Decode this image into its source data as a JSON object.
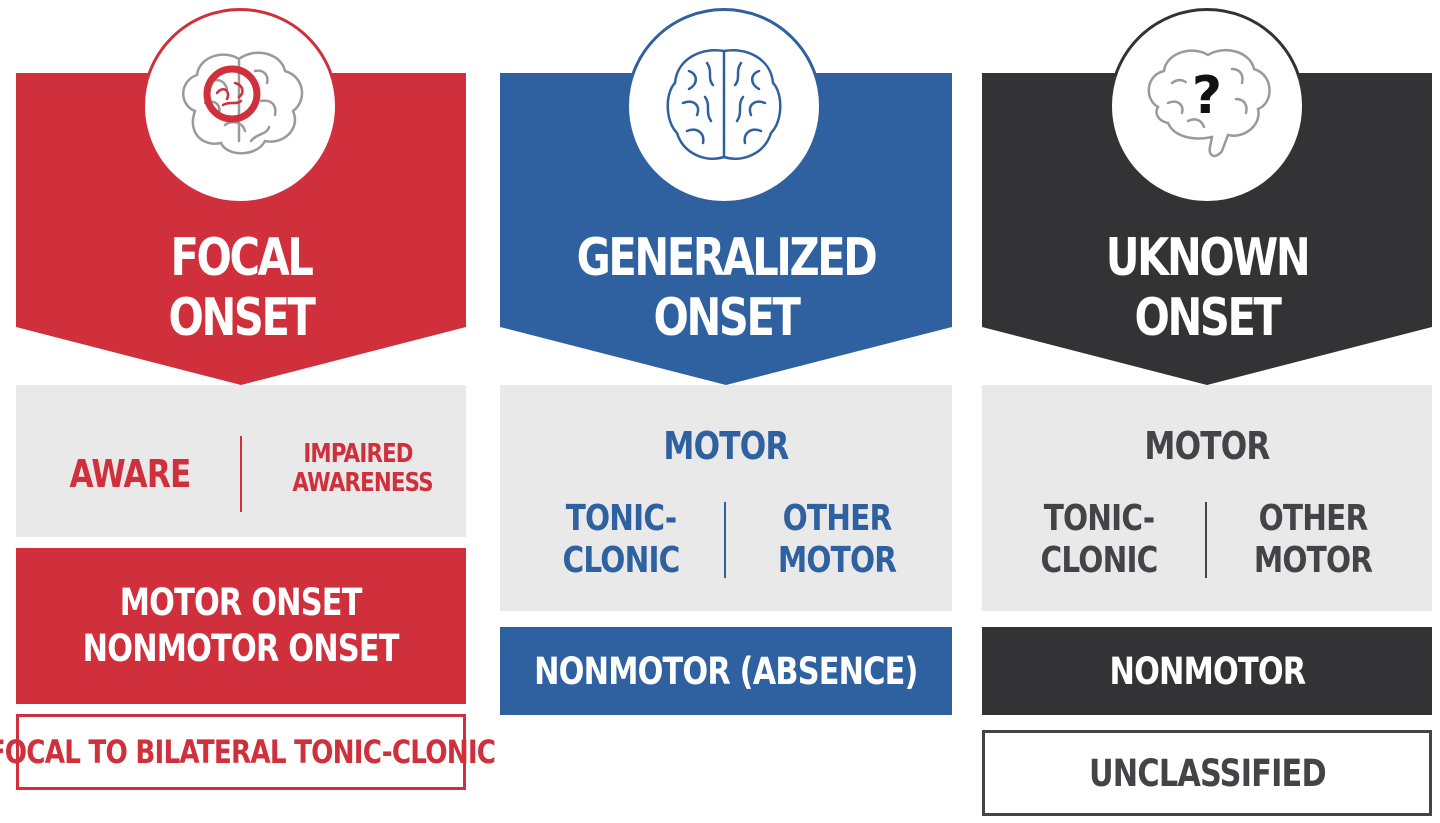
{
  "columns": [
    {
      "id": "focal",
      "title_line1": "FOCAL",
      "title_line2": "ONSET",
      "icon": "brain-focal-icon",
      "color": "#d0303c",
      "awareness_left": "AWARE",
      "awareness_right_line1": "IMPAIRED",
      "awareness_right_line2": "AWARENESS",
      "box_line1": "MOTOR ONSET",
      "box_line2": "NONMOTOR ONSET",
      "outline_label": "FOCAL TO BILATERAL TONIC-CLONIC"
    },
    {
      "id": "generalized",
      "title_line1": "GENERALIZED",
      "title_line2": "ONSET",
      "icon": "brain-generalized-icon",
      "color": "#2f60a0",
      "motor_label": "MOTOR",
      "left_line1": "TONIC-",
      "left_line2": "CLONIC",
      "right_line1": "OTHER",
      "right_line2": "MOTOR",
      "box_label": "NONMOTOR (ABSENCE)"
    },
    {
      "id": "unknown",
      "title_line1": "UKNOWN",
      "title_line2": "ONSET",
      "icon": "brain-question-icon",
      "question_mark": "?",
      "color": "#333336",
      "motor_label": "MOTOR",
      "left_line1": "TONIC-",
      "left_line2": "CLONIC",
      "right_line1": "OTHER",
      "right_line2": "MOTOR",
      "box_label": "NONMOTOR",
      "outline_label": "UNCLASSIFIED"
    }
  ]
}
